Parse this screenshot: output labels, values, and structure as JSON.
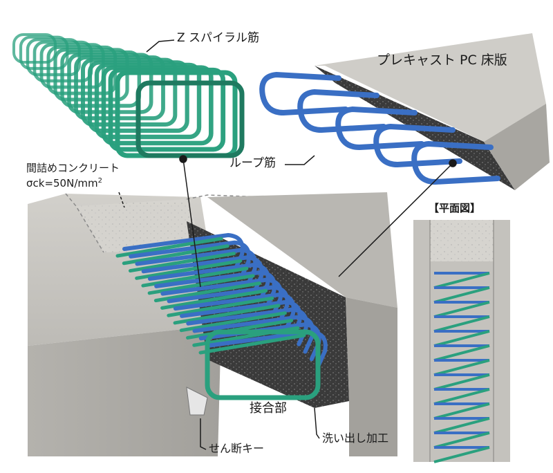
{
  "labels": {
    "z_spiral": "Z スパイラル筋",
    "precast_slab": "プレキャスト PC 床版",
    "loop_bar": "ループ筋",
    "filler_line1": "間詰めコンクリート",
    "filler_line2_prefix": "σck=50N/mm",
    "filler_line2_sup": "2",
    "plan_view": "【平面図】",
    "joint": "接合部",
    "shear_key": "せん断キー",
    "washout": "洗い出し加工"
  },
  "colors": {
    "spiral_green": "#2aa07e",
    "loop_blue": "#3a6fc4",
    "concrete_light": "#c9c7c2",
    "concrete_mid": "#a9a7a2",
    "concrete_dark": "#2e2e2e",
    "leader": "#1a1a1a"
  }
}
